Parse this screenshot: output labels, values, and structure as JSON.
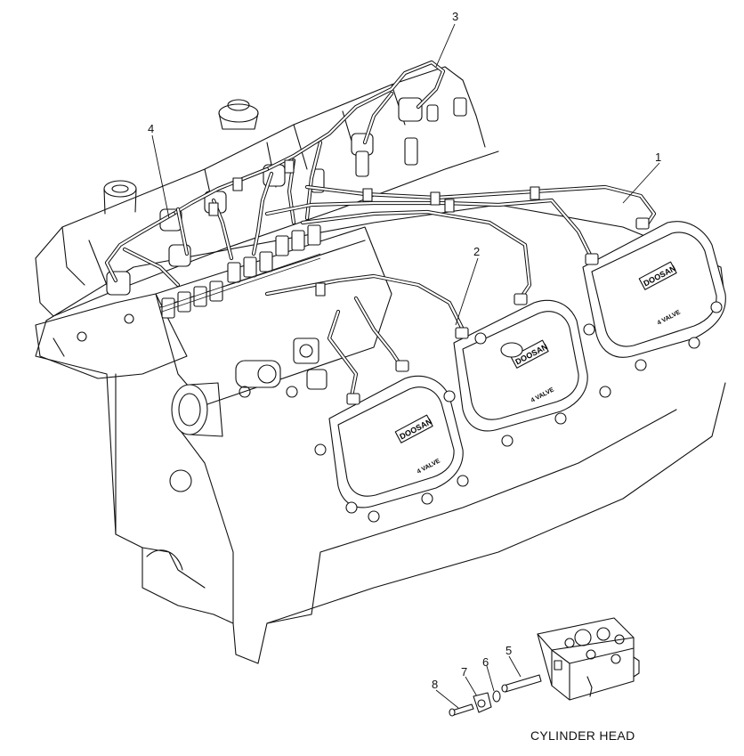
{
  "callouts": [
    {
      "id": "c1",
      "label": "1"
    },
    {
      "id": "c2",
      "label": "2"
    },
    {
      "id": "c3",
      "label": "3"
    },
    {
      "id": "c4",
      "label": "4"
    },
    {
      "id": "c5",
      "label": "5"
    },
    {
      "id": "c6",
      "label": "6"
    },
    {
      "id": "c7",
      "label": "7"
    },
    {
      "id": "c8",
      "label": "8"
    }
  ],
  "cover_brand": "DOOSAN",
  "cover_text": "4 VALVE",
  "caption": "CYLINDER HEAD"
}
